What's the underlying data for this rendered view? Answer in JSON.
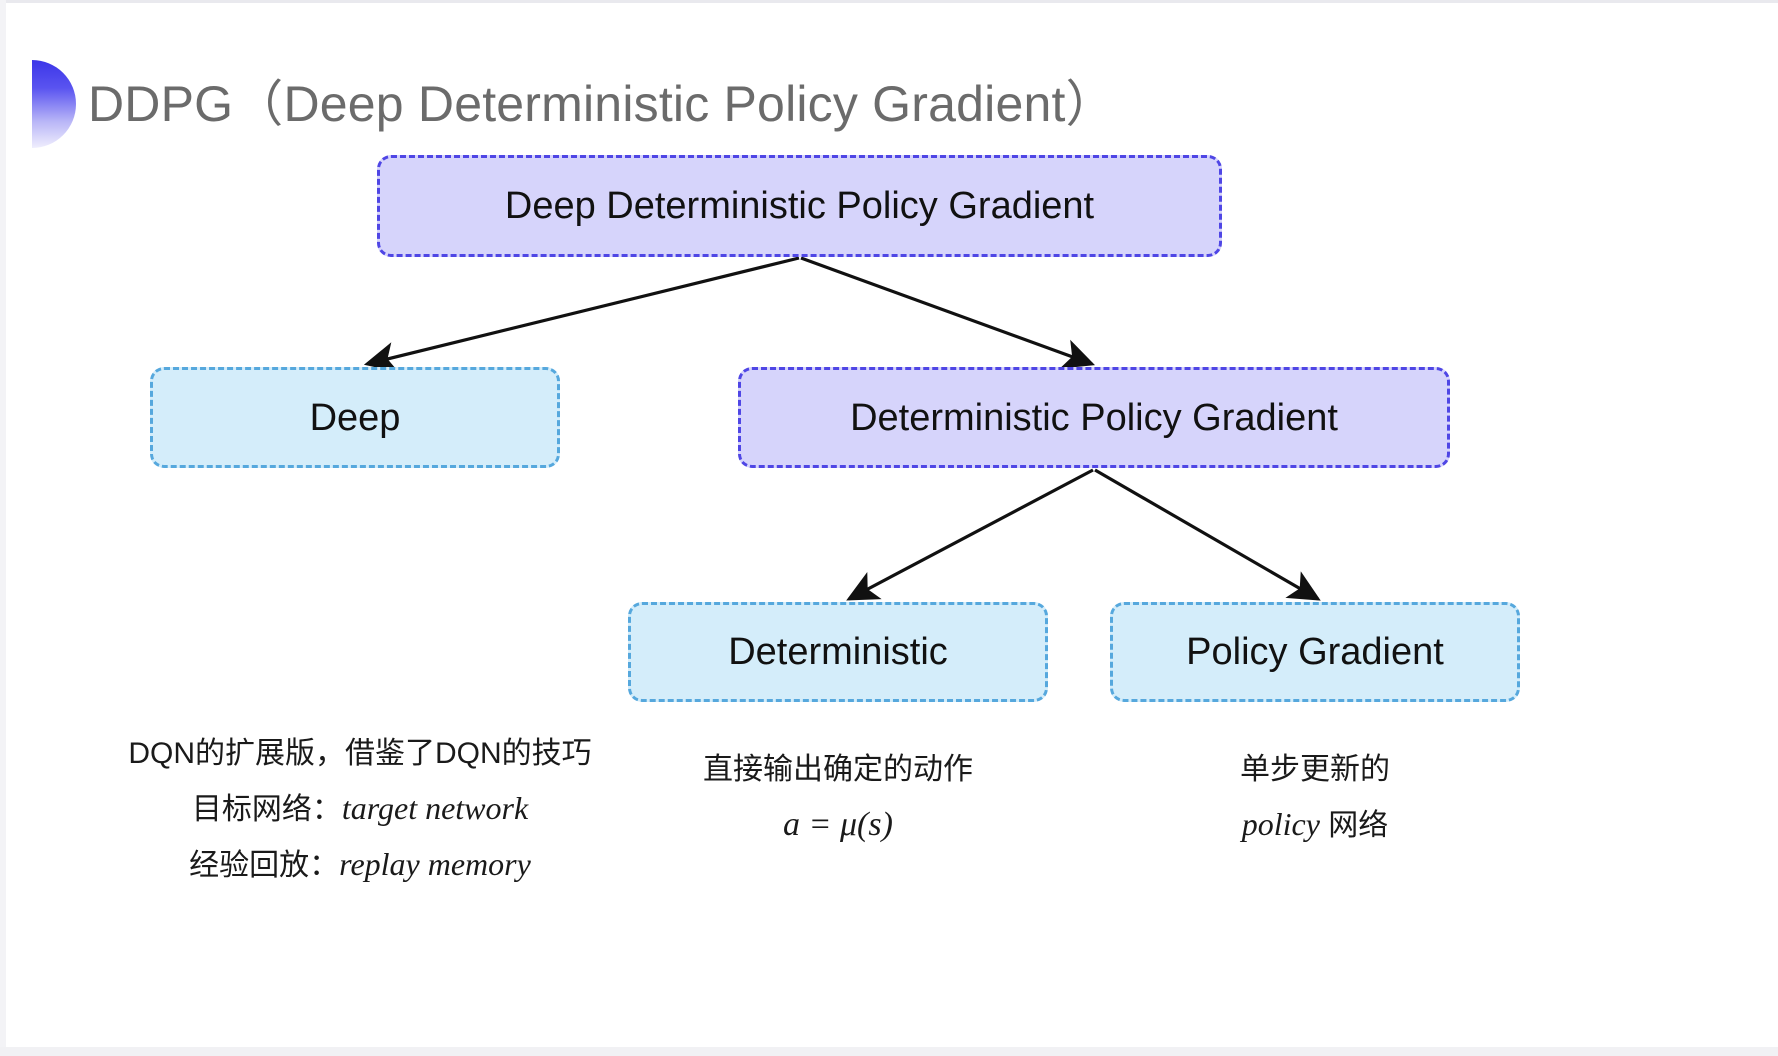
{
  "slide": {
    "title": "DDPG（Deep Deterministic Policy Gradient）",
    "bullet_icon": "half-circle-bullet-icon",
    "background_color": "#ffffff"
  },
  "colors": {
    "purple_fill": "#d6d4fb",
    "purple_border": "#4f46e5",
    "blue_fill": "#d4edfa",
    "blue_border": "#56a8dd",
    "arrow": "#111111",
    "title_text": "#6b6b6b",
    "body_text": "#1a1a1a"
  },
  "diagram": {
    "nodes": [
      {
        "id": "root",
        "label": "Deep Deterministic Policy Gradient",
        "style": "purple"
      },
      {
        "id": "deep",
        "label": "Deep",
        "style": "blue"
      },
      {
        "id": "dpg",
        "label": "Deterministic Policy Gradient",
        "style": "purple"
      },
      {
        "id": "det",
        "label": "Deterministic",
        "style": "blue"
      },
      {
        "id": "pg",
        "label": "Policy Gradient",
        "style": "blue"
      }
    ],
    "edges": [
      {
        "from": "root",
        "to": "deep"
      },
      {
        "from": "root",
        "to": "dpg"
      },
      {
        "from": "dpg",
        "to": "det"
      },
      {
        "from": "dpg",
        "to": "pg"
      }
    ]
  },
  "captions": {
    "deep": {
      "line1": "DQN的扩展版，借鉴了DQN的技巧",
      "line2_label": "目标网络：",
      "line2_term": "target network",
      "line3_label": "经验回放：",
      "line3_term": "replay memory"
    },
    "deterministic": {
      "line1": "直接输出确定的动作",
      "line2_formula": "a = μ(s)"
    },
    "policy_gradient": {
      "line1": "单步更新的",
      "line2_term": "policy",
      "line2_suffix": " 网络"
    }
  }
}
